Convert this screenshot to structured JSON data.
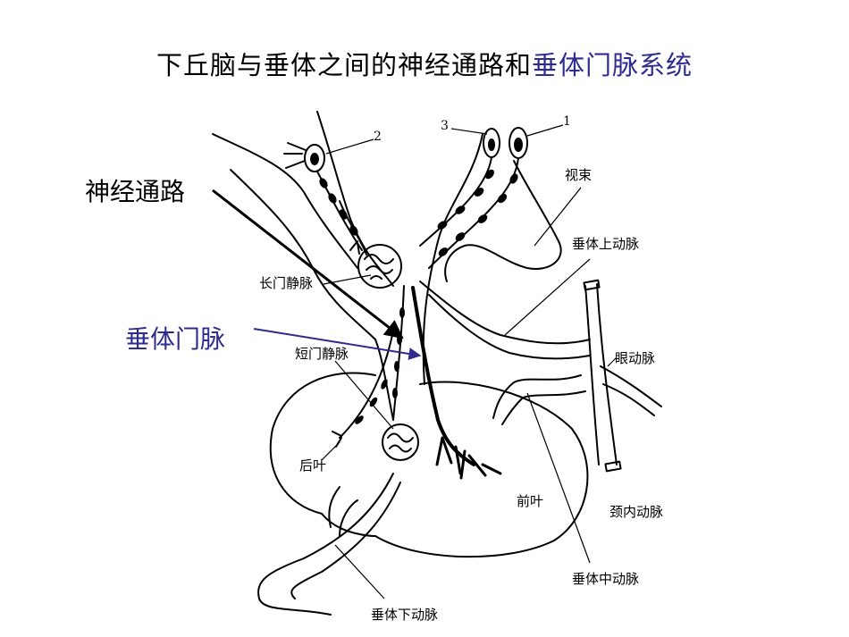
{
  "title": {
    "part1": "下丘脑与垂体之间的神经通路和",
    "part2": "垂体门脉系统"
  },
  "colors": {
    "highlight": "#2e2d8f",
    "ink": "#000000"
  },
  "callouts": {
    "neural_pathway": "神经通路",
    "portal_vessel": "垂体门脉"
  },
  "labels": {
    "neuron_1": "1",
    "neuron_2": "2",
    "neuron_3": "3",
    "optic_tract": "视束",
    "superior_hypophyseal_artery": "垂体上动脉",
    "long_portal_vein": "长门静脉",
    "short_portal_vein": "短门静脉",
    "ophthalmic_artery": "眼动脉",
    "posterior_lobe": "后叶",
    "anterior_lobe": "前叶",
    "internal_carotid_artery": "颈内动脉",
    "middle_hypophyseal_artery": "垂体中动脉",
    "inferior_hypophyseal_artery": "垂体下动脉"
  }
}
